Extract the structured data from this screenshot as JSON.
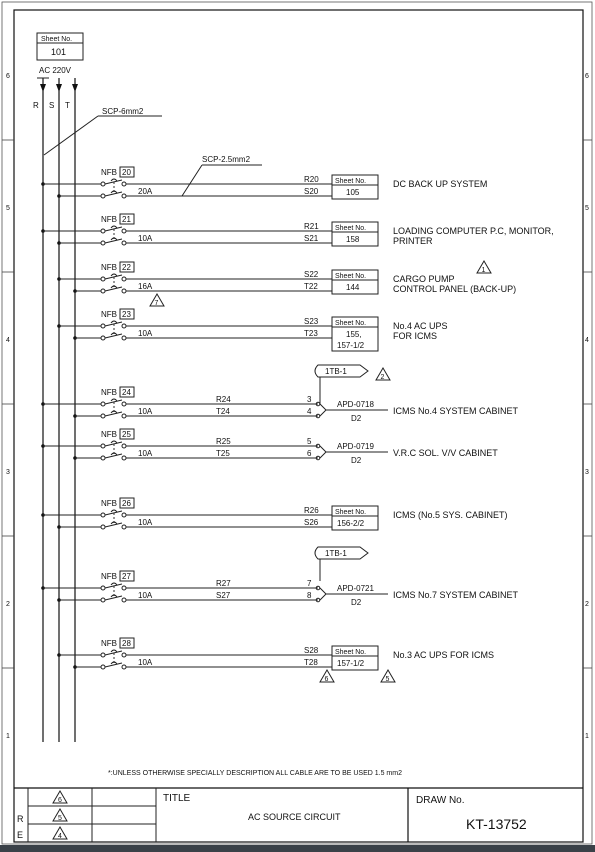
{
  "frame": {
    "left_ticks": [
      "6",
      "5",
      "4",
      "3",
      "2",
      "1"
    ],
    "right_ticks": [
      "6",
      "5",
      "4",
      "3",
      "2",
      "1"
    ]
  },
  "header": {
    "sheet_label": "Sheet No.",
    "sheet_value": "101",
    "supply": "AC 220V",
    "phases": [
      "R",
      "S",
      "T"
    ],
    "main_cable": "SCP-6mm2",
    "branch_cable": "SCP-2.5mm2",
    "terminal_block": "1TB-1"
  },
  "circuits": [
    {
      "nfb": "NFB",
      "num": "20",
      "amp": "20A",
      "w1": "R20",
      "w2": "S20",
      "sheet_label": "Sheet No.",
      "sheet": "105",
      "desc1": "DC BACK UP SYSTEM",
      "desc2": ""
    },
    {
      "nfb": "NFB",
      "num": "21",
      "amp": "10A",
      "w1": "R21",
      "w2": "S21",
      "sheet_label": "Sheet No.",
      "sheet": "158",
      "desc1": "LOADING COMPUTER P.C, MONITOR,",
      "desc2": "PRINTER"
    },
    {
      "nfb": "NFB",
      "num": "22",
      "amp": "16A",
      "w1": "S22",
      "w2": "T22",
      "sheet_label": "Sheet No.",
      "sheet": "144",
      "desc1": "CARGO PUMP",
      "desc2": "CONTROL PANEL (BACK-UP)",
      "rev_a": "7",
      "rev_b": "1"
    },
    {
      "nfb": "NFB",
      "num": "23",
      "amp": "10A",
      "w1": "S23",
      "w2": "T23",
      "sheet_label": "Sheet No.",
      "sheet": "155,",
      "sheet2": "157-1/2",
      "desc1": "No.4 AC UPS",
      "desc2": "FOR ICMS"
    },
    {
      "nfb": "NFB",
      "num": "24",
      "amp": "10A",
      "w1": "R24",
      "w2": "T24",
      "t1": "3",
      "t2": "4",
      "apd": "APD-0718",
      "d": "D2",
      "desc1": "ICMS No.4 SYSTEM CABINET",
      "rev": "2"
    },
    {
      "nfb": "NFB",
      "num": "25",
      "amp": "10A",
      "w1": "R25",
      "w2": "T25",
      "t1": "5",
      "t2": "6",
      "apd": "APD-0719",
      "d": "D2",
      "desc1": "V.R.C SOL. V/V CABINET"
    },
    {
      "nfb": "NFB",
      "num": "26",
      "amp": "10A",
      "w1": "R26",
      "w2": "S26",
      "sheet_label": "Sheet No.",
      "sheet": "156-2/2",
      "desc1": "ICMS (No.5 SYS. CABINET)"
    },
    {
      "nfb": "NFB",
      "num": "27",
      "amp": "10A",
      "w1": "R27",
      "w2": "S27",
      "t1": "7",
      "t2": "8",
      "apd": "APD-0721",
      "d": "D2",
      "desc1": "ICMS No.7 SYSTEM CABINET"
    },
    {
      "nfb": "NFB",
      "num": "28",
      "amp": "10A",
      "w1": "S28",
      "w2": "T28",
      "sheet_label": "Sheet No.",
      "sheet": "157-1/2",
      "desc1": "No.3 AC UPS FOR ICMS",
      "rev_a": "6",
      "rev_b": "5"
    }
  ],
  "note": "*:UNLESS OTHERWISE SPECIALLY DESCRIPTION ALL CABLE ARE TO BE USED 1.5 mm2",
  "title_block": {
    "rev_letters": [
      "R",
      "E"
    ],
    "revisions": [
      "6",
      "5",
      "4"
    ],
    "title_label": "TITLE",
    "title": "AC SOURCE CIRCUIT",
    "draw_label": "DRAW No.",
    "draw_no": "KT-13752"
  }
}
